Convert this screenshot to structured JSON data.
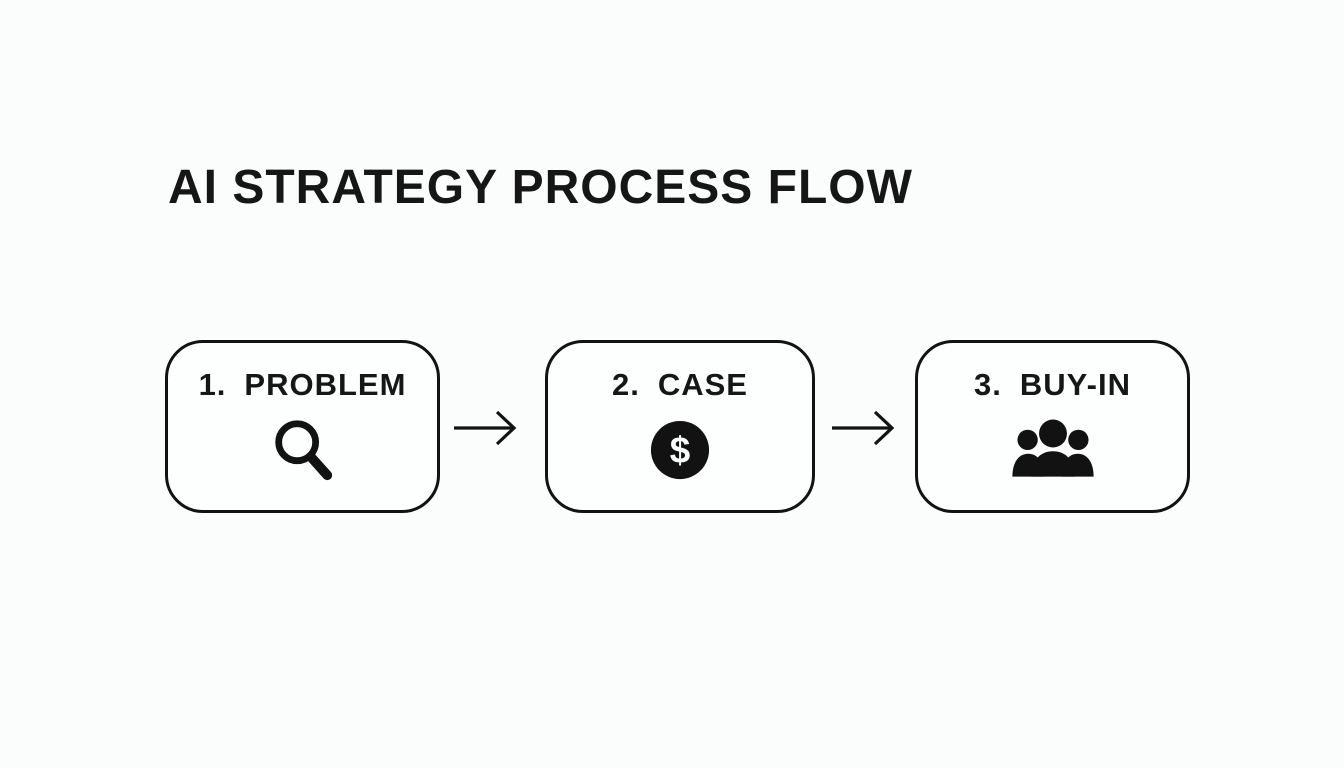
{
  "page": {
    "background_color": "#fbfdfd",
    "ink_color": "#121212"
  },
  "title": "AI STRATEGY PROCESS FLOW",
  "steps": [
    {
      "number": "1.",
      "label": "PROBLEM",
      "icon": "magnifier-icon"
    },
    {
      "number": "2.",
      "label": "CASE",
      "icon": "dollar-circle-icon"
    },
    {
      "number": "3.",
      "label": "BUY-IN",
      "icon": "people-group-icon"
    }
  ],
  "connectors": [
    {
      "icon": "arrow-right-icon"
    },
    {
      "icon": "arrow-right-icon"
    }
  ]
}
